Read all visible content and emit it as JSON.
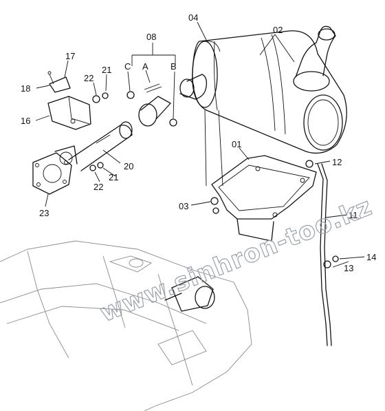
{
  "callouts": [
    {
      "id": "c04",
      "text": "04"
    },
    {
      "id": "c02",
      "text": "02"
    },
    {
      "id": "c08",
      "text": "08"
    },
    {
      "id": "cC",
      "text": "C"
    },
    {
      "id": "cA",
      "text": "A"
    },
    {
      "id": "cB",
      "text": "B"
    },
    {
      "id": "c17",
      "text": "17"
    },
    {
      "id": "c22a",
      "text": "22"
    },
    {
      "id": "c21a",
      "text": "21"
    },
    {
      "id": "c18",
      "text": "18"
    },
    {
      "id": "c16",
      "text": "16"
    },
    {
      "id": "c01",
      "text": "01"
    },
    {
      "id": "c12",
      "text": "12"
    },
    {
      "id": "c20",
      "text": "20"
    },
    {
      "id": "c22b",
      "text": "22"
    },
    {
      "id": "c21b",
      "text": "21"
    },
    {
      "id": "c23",
      "text": "23"
    },
    {
      "id": "c03",
      "text": "03"
    },
    {
      "id": "c11",
      "text": "11"
    },
    {
      "id": "c14",
      "text": "14"
    },
    {
      "id": "c13",
      "text": "13"
    }
  ],
  "watermark": "www.sinhron-too.kz",
  "colors": {
    "ink": "#111111",
    "watermark": "#9aa0a8"
  }
}
